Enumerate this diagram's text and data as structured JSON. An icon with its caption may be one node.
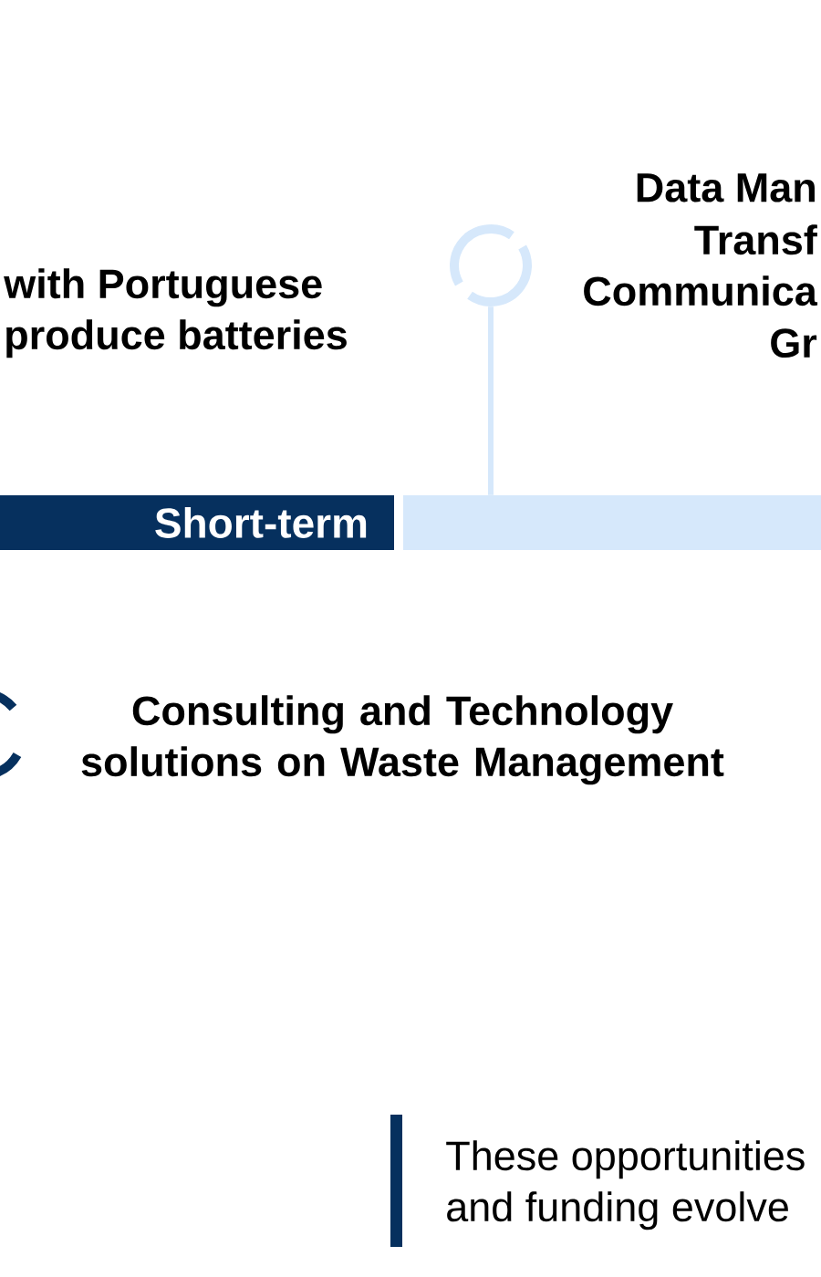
{
  "diagram": {
    "nodes": [
      {
        "text": [
          "Short-term"
        ]
      },
      {
        "text": [],
        "shape": "bar"
      },
      {
        "text": [],
        "shape": "circle"
      }
    ],
    "edges": [
      {
        "from": 2,
        "to": 1,
        "arrow": "none"
      }
    ],
    "labels": [
      "Data Man",
      "Transf",
      "with Portuguese",
      "Communica",
      "produce batteries",
      "Gr",
      "Consulting and Technology solutions on Waste Management",
      "These opportunities",
      "and funding evolve"
    ]
  }
}
